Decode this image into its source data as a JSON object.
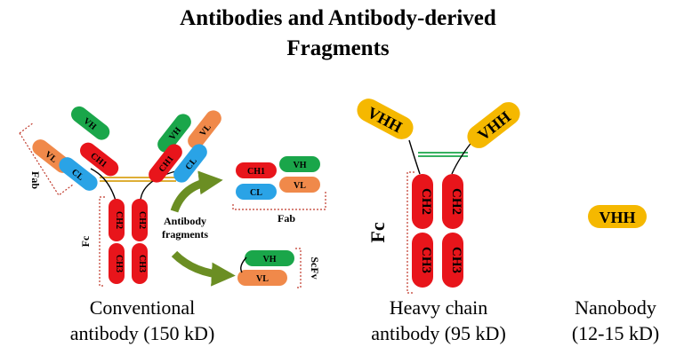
{
  "title": {
    "line1": "Antibodies and Antibody-derived",
    "line2": "Fragments"
  },
  "colors": {
    "heavy": "#e8151b",
    "heavy_text": "#7a0000",
    "vh": "#1aa64a",
    "vl": "#f0894a",
    "cl": "#2aa3e6",
    "vhh": "#f5b800",
    "hinge_gold": "#d9a21a",
    "hinge_green": "#1aa64a",
    "arrow": "#6b8e23",
    "bracket": "#c0392b"
  },
  "domains": {
    "vh": "VH",
    "vl": "VL",
    "cl": "CL",
    "ch1": "CH1",
    "ch2": "CH2",
    "ch3": "CH3",
    "vhh": "VHH"
  },
  "labels": {
    "fab": "Fab",
    "fc": "Fc",
    "scfv": "ScFv",
    "fragments_line1": "Antibody",
    "fragments_line2": "fragments"
  },
  "captions": {
    "conventional_line1": "Conventional",
    "conventional_line2": "antibody (150 kD)",
    "heavy_line1": "Heavy chain",
    "heavy_line2": "antibody (95 kD)",
    "nano_line1": "Nanobody",
    "nano_line2": "(12-15 kD)"
  }
}
